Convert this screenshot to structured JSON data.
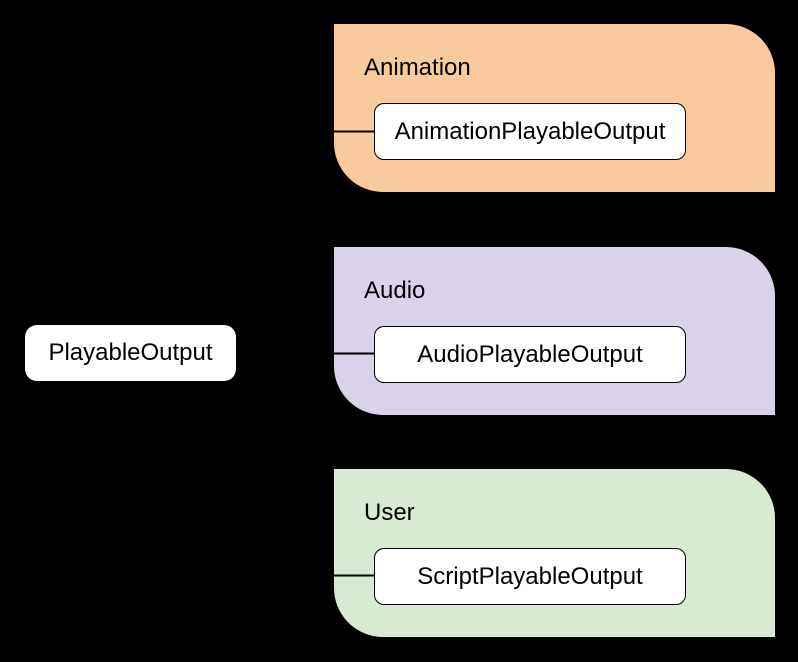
{
  "diagram": {
    "root": {
      "label": "PlayableOutput"
    },
    "groups": [
      {
        "label": "Animation",
        "child_label": "AnimationPlayableOutput",
        "fill": "#f9cb9c"
      },
      {
        "label": "Audio",
        "child_label": "AudioPlayableOutput",
        "fill": "#d9d2e9"
      },
      {
        "label": "User",
        "child_label": "ScriptPlayableOutput",
        "fill": "#d9ead3"
      }
    ],
    "colors": {
      "background": "#000000",
      "node_fill": "#ffffff",
      "stroke": "#000000"
    }
  }
}
